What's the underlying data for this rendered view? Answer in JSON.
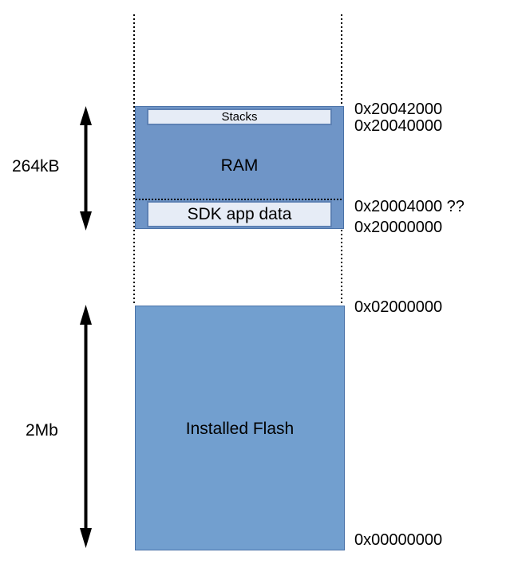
{
  "ram_region": {
    "size_label": "264kB",
    "block_label": "RAM",
    "stacks_label": "Stacks",
    "sdk_label": "SDK app data",
    "addr_top": "0x20042000",
    "addr_stacks_base": "0x20040000",
    "addr_sdk_top": "0x20004000 ??",
    "addr_base": "0x20000000"
  },
  "flash_region": {
    "size_label": "2Mb",
    "block_label": "Installed Flash",
    "addr_top": "0x02000000",
    "addr_base": "0x00000000"
  },
  "shapes": {
    "ram_size_arrow": "vertical-double-headed-arrow",
    "flash_size_arrow": "vertical-double-headed-arrow",
    "guide_lines": "dotted-vertical-lines"
  },
  "colors": {
    "block_fill": "#729fcf",
    "ram_fill": "#6f95c7",
    "light_box_fill": "#e6ecf6",
    "box_border": "#5d81b4",
    "block_border": "#4a72a8",
    "line_color": "#000000",
    "text_color": "#000000"
  }
}
